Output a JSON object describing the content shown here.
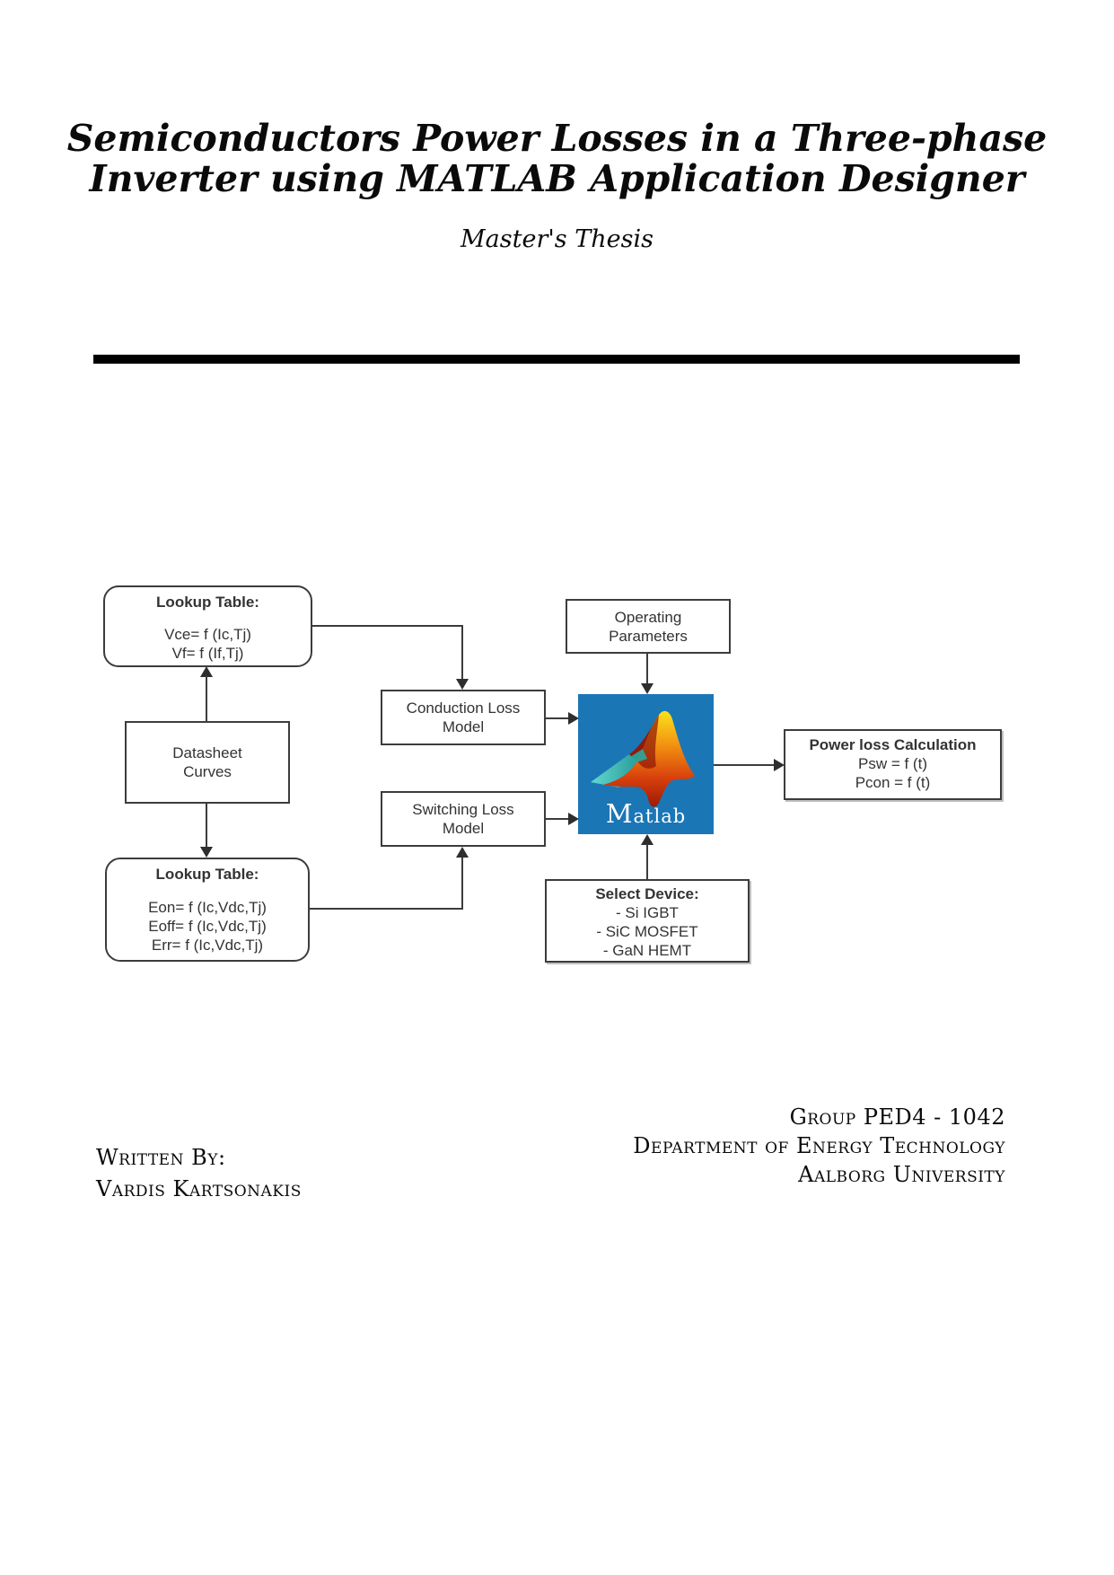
{
  "page": {
    "title_line1": "Semiconductors Power Losses in a Three-phase",
    "title_line2": "Inverter using MATLAB Application Designer",
    "subtitle": "Master's Thesis"
  },
  "diagram": {
    "lookup_table_top": {
      "title": "Lookup Table:",
      "lines": [
        "Vce= f (Ic,Tj)",
        "Vf= f (If,Tj)"
      ]
    },
    "datasheet_curves": {
      "lines": [
        "Datasheet",
        "Curves"
      ]
    },
    "lookup_table_bottom": {
      "title": "Lookup Table:",
      "lines": [
        "Eon= f (Ic,Vdc,Tj)",
        "Eoff= f (Ic,Vdc,Tj)",
        "Err= f (Ic,Vdc,Tj)"
      ]
    },
    "conduction_loss_model": {
      "lines": [
        "Conduction Loss",
        "Model"
      ]
    },
    "switching_loss_model": {
      "lines": [
        "Switching Loss",
        "Model"
      ]
    },
    "operating_parameters": {
      "lines": [
        "Operating",
        "Parameters"
      ]
    },
    "select_device": {
      "title": "Select Device:",
      "lines": [
        "- Si IGBT",
        "- SiC MOSFET",
        "- GaN HEMT"
      ]
    },
    "power_loss_calculation": {
      "title": "Power loss Calculation",
      "lines": [
        "Psw = f (t)",
        "Pcon = f (t)"
      ]
    },
    "matlab": {
      "wordmark": "Matlab",
      "bg_color": "#1b76b6"
    }
  },
  "footer": {
    "written_by_label": "Written By:",
    "author": "Vardis Kartsonakis",
    "group": "Group PED4 - 1042",
    "department": "Department of Energy Technology",
    "university": "Aalborg University"
  }
}
